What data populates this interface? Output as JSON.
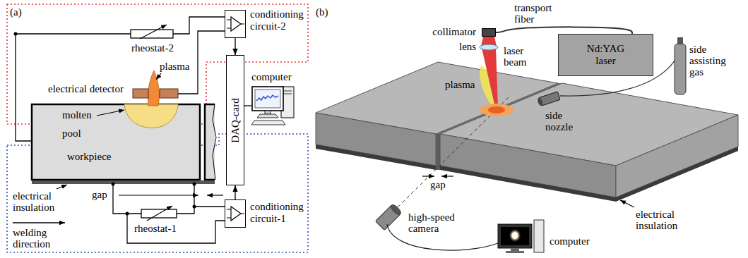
{
  "diagram": {
    "nodes": [
      {
        "text": [
          "conditioning circuit-2"
        ]
      },
      {
        "text": [
          "DAQ-card"
        ]
      },
      {
        "text": [
          "computer"
        ]
      },
      {
        "text": [
          "conditioning circuit-1"
        ]
      },
      {
        "text": [
          "collimator"
        ]
      },
      {
        "text": [
          "Nd:YAG laser"
        ]
      }
    ],
    "edges": [
      {
        "from": 0,
        "to": 1,
        "arrow": "to"
      },
      {
        "from": 3,
        "to": 1,
        "arrow": "to"
      },
      {
        "from": 1,
        "to": 2,
        "arrow": "none"
      },
      {
        "from": 5,
        "to": 4,
        "label": "transport fiber",
        "arrow": "none"
      }
    ],
    "labels": [
      "(a)",
      "rheostat-2",
      "plasma",
      "electrical detector",
      "molten pool",
      "workpiece",
      "gap",
      "electrical insulation",
      "welding direction",
      "rheostat-1",
      "(b)",
      "lens",
      "laser beam",
      "side assisting gas",
      "plasma",
      "side nozzle",
      "high-speed camera",
      "gap",
      "computer",
      "electrical insulation"
    ]
  }
}
